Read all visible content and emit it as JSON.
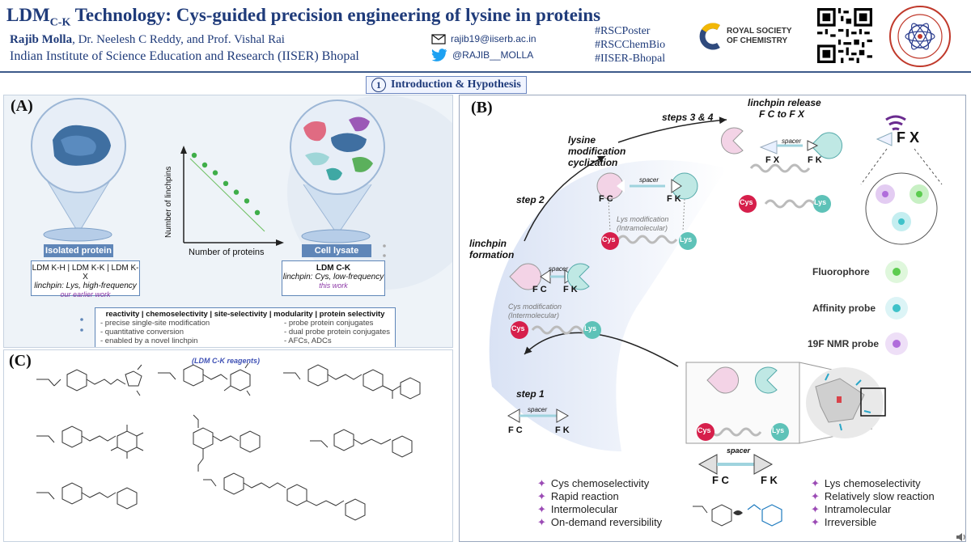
{
  "header": {
    "title_main": "LDM",
    "title_sub": "C-K",
    "title_rest": " Technology: Cys-guided precision engineering of lysine in proteins",
    "author_lead": "Rajib Molla",
    "author_rest": ", Dr. Neelesh C Reddy, and Prof. Vishal Rai",
    "affiliation": "Indian Institute of Science Education and Research (IISER) Bhopal",
    "email": "rajib19@iiserb.ac.in",
    "twitter": "@RAJIB__MOLLA",
    "hashtags": [
      "#RSCPoster",
      "#RSCChemBio",
      "#IISER-Bhopal"
    ],
    "rsc_logo": [
      "ROYAL SOCIETY",
      "OF CHEMISTRY"
    ]
  },
  "section": {
    "number": "1",
    "title": "Introduction & Hypothesis"
  },
  "panelA": {
    "label": "(A)",
    "isolated_label": "Isolated protein",
    "lysate_label": "Cell lysate",
    "yaxis": "Number of linchpins",
    "xaxis": "Number of proteins",
    "left_box": {
      "line1": "LDM K-H | LDM K-K | LDM K-X",
      "line2": "linchpin: Lys, high-frequency",
      "line3": "our earlier work"
    },
    "right_box": {
      "line1": "LDM C-K",
      "line2": "linchpin: Cys, low-frequency",
      "line3": "this work"
    },
    "features_title": "reactivity | chemoselectivity | site-selectivity | modularity | protein selectivity",
    "features_left": [
      "- precise single-site modification",
      "- quantitative conversion",
      "- enabled by a novel linchpin"
    ],
    "features_right": [
      "- probe protein conjugates",
      "- dual probe protein conjugates",
      "- AFCs, ADCs"
    ],
    "scatter_points": [
      [
        1,
        9
      ],
      [
        2,
        8
      ],
      [
        3,
        7.2
      ],
      [
        4,
        6.1
      ],
      [
        5,
        5.2
      ],
      [
        6,
        4.3
      ],
      [
        7,
        3.1
      ]
    ]
  },
  "panelC": {
    "label": "(C)",
    "reagents_label": "(LDM C-K reagents)"
  },
  "panelB": {
    "label": "(B)",
    "steps": {
      "linchpin_formation": "linchpin formation",
      "step1": "step 1",
      "step2": "step 2",
      "step34": "steps 3 & 4",
      "lys_mod": "lysine modification cyclization",
      "release": "linchpin release",
      "release_sub": "F C to F X"
    },
    "cys": "Cys",
    "lys": "Lys",
    "spacer": "spacer",
    "fc": "F C",
    "fk": "F K",
    "fx": "F X",
    "cys_mod": "Cys modification (Intermolecular)",
    "lys_mod_text": "Lys modification (Intramolecular)",
    "probes": [
      "Fluorophore",
      "Affinity probe",
      "19F NMR probe"
    ],
    "probe_colors": [
      "#5ccc4f",
      "#3fc2c9",
      "#b06ddb"
    ],
    "left_features": [
      "Cys chemoselectivity",
      "Rapid reaction",
      "Intermolecular",
      "On-demand reversibility"
    ],
    "right_features": [
      "Lys chemoselectivity",
      "Relatively slow reaction",
      "Intramolecular",
      "Irreversible"
    ]
  }
}
